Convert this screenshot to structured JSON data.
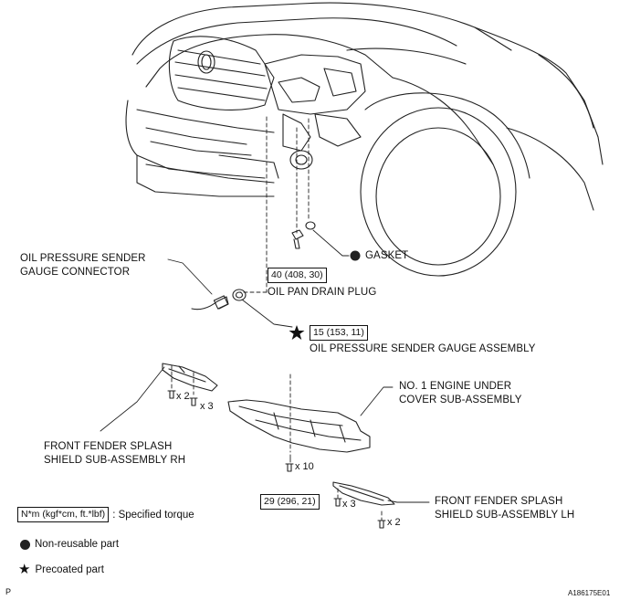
{
  "labels": {
    "oil_pressure_sender_connector_line1": "OIL PRESSURE SENDER",
    "oil_pressure_sender_connector_line2": "GAUGE CONNECTOR",
    "gasket": "GASKET",
    "oil_pan_drain_plug": "OIL PAN DRAIN PLUG",
    "oil_pressure_sender_assembly": "OIL PRESSURE SENDER GAUGE ASSEMBLY",
    "engine_under_cover_line1": "NO. 1 ENGINE UNDER",
    "engine_under_cover_line2": "COVER SUB-ASSEMBLY",
    "front_fender_rh_line1": "FRONT FENDER SPLASH",
    "front_fender_rh_line2": "SHIELD SUB-ASSEMBLY RH",
    "front_fender_lh_line1": "FRONT FENDER SPLASH",
    "front_fender_lh_line2": "SHIELD SUB-ASSEMBLY LH"
  },
  "torques": {
    "drain_plug": "40 (408, 30)",
    "sender_gauge": "15 (153, 11)",
    "under_cover": "29 (296, 21)"
  },
  "quantities": {
    "rh_bolts_a": "x 2",
    "rh_bolts_b": "x 3",
    "under_cover_bolts": "x 10",
    "lh_bolts_a": "x 3",
    "lh_bolts_b": "x 2"
  },
  "legend": {
    "torque_box": "N*m (kgf*cm, ft.*lbf)",
    "torque_text": ": Specified torque",
    "non_reusable": "Non-reusable part",
    "precoated": "Precoated part"
  },
  "footer": {
    "left_mark": "P",
    "figure_id": "A186175E01"
  }
}
